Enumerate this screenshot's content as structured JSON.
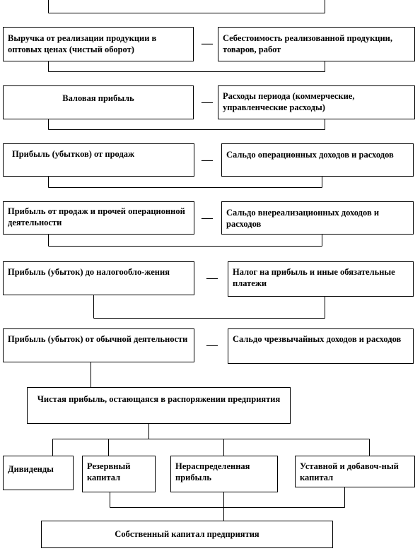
{
  "boxes": {
    "revenue": "Выручка от реализации продукции в оптовых ценах (чистый оборот)",
    "cost": "Себестоимость реализованной продукции, товаров, работ",
    "gross_profit": "Валовая прибыль",
    "period_expenses": "Расходы периода (коммерческие, управленческие расходы)",
    "sales_profit": "Прибыль (убытков) от продаж",
    "operating_balance": "Сальдо операционных доходов и расходов",
    "sales_other_profit": "Прибыль от продаж и прочей операционной деятельности",
    "nonoperating_balance": "Сальдо внереализационных доходов и расходов",
    "pretax_profit": "Прибыль (убыток) до налогообло-жения",
    "tax": "Налог на прибыль и иные обязательные платежи",
    "ordinary_profit": "Прибыль (убыток) от обычной деятельности",
    "extraordinary_balance": "Сальдо чрезвычайных доходов и расходов",
    "net_profit": "Чистая прибыль, остающаяся в распоряжении предприятия",
    "dividends": "Дивиденды",
    "reserve_capital": "Резервный капитал",
    "retained_earnings": "Нераспределенная прибыль",
    "authorized_capital": "Уставной и добавоч-ный капитал",
    "equity": "Собственный капитал предприятия"
  },
  "operator_minus": "—"
}
